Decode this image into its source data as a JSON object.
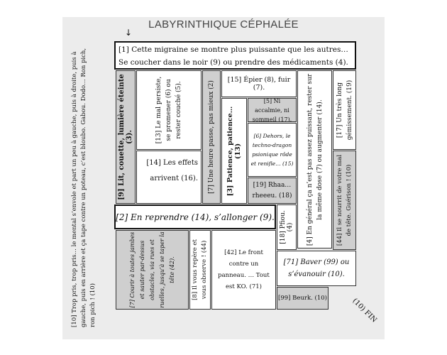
{
  "title": "LABYRINTHIQUE CÉPHALÉE",
  "start_marker": "↓",
  "cells": {
    "c1_line1": "[1] Cette migraine se montre plus puissante que les autres…",
    "c1_line2": "Se coucher dans le noir (9) ou prendre des médicaments (4).",
    "c2": "[2] En reprendre (14), s’allonger (9).",
    "c3": "[3] Patience, patience… (13)",
    "c4": "[4] En général ça n’est pas assez puissant, rester sur la même dose (7) ou augmenter (14).",
    "c5": "[5] Ni accalmie, ni sommeil (17).",
    "c6": "[6] Dehors, le techno-dragon psionique rôde et renifle… (15)",
    "c7_top": "[7] Une heure passe, pas mieux (2)",
    "c7_bottom": "[7] Courir à toutes jambes et sauter par-dessus obstacles, via rues et ruelles, jusqu’à se taper la tête (42).",
    "c8": "[8] Il vous repère et vous observe ! (44)",
    "c9": "[9] Lit, couette, lumière éteinte (3).",
    "c10": "[10] Trop pris, trop pris… le mental s’envole et part un peu à gauche, puis à droite, puis à gauche, puis en arrière et ça tape contre un poteau, c’est bloubo. Gabou. Dodo… Ron pich, ron pich ! (10)",
    "c13": "[13] Le mal persiste, se promener (6) ou rester couché (5).",
    "c14": "[14] Les effets arrivent (16).",
    "c15": "[15] Épier (8), fuir (7).",
    "c17": "[17] Un très long gémissement. (19)",
    "c18": "[18] Pfiou. (4)",
    "c19": "[19] Rhaa… rheeeu. (18)",
    "c42": "[42] Le front contre un panneau. … Tout est KO. (71)",
    "c44": "[44] Il se nourrit de votre mal de tête. Guérison ! (10)",
    "c71": "[71] Baver (99) ou s’évanouir (10).",
    "c99": "[99] Beurk. (10)",
    "fin": "(10) FIN"
  }
}
